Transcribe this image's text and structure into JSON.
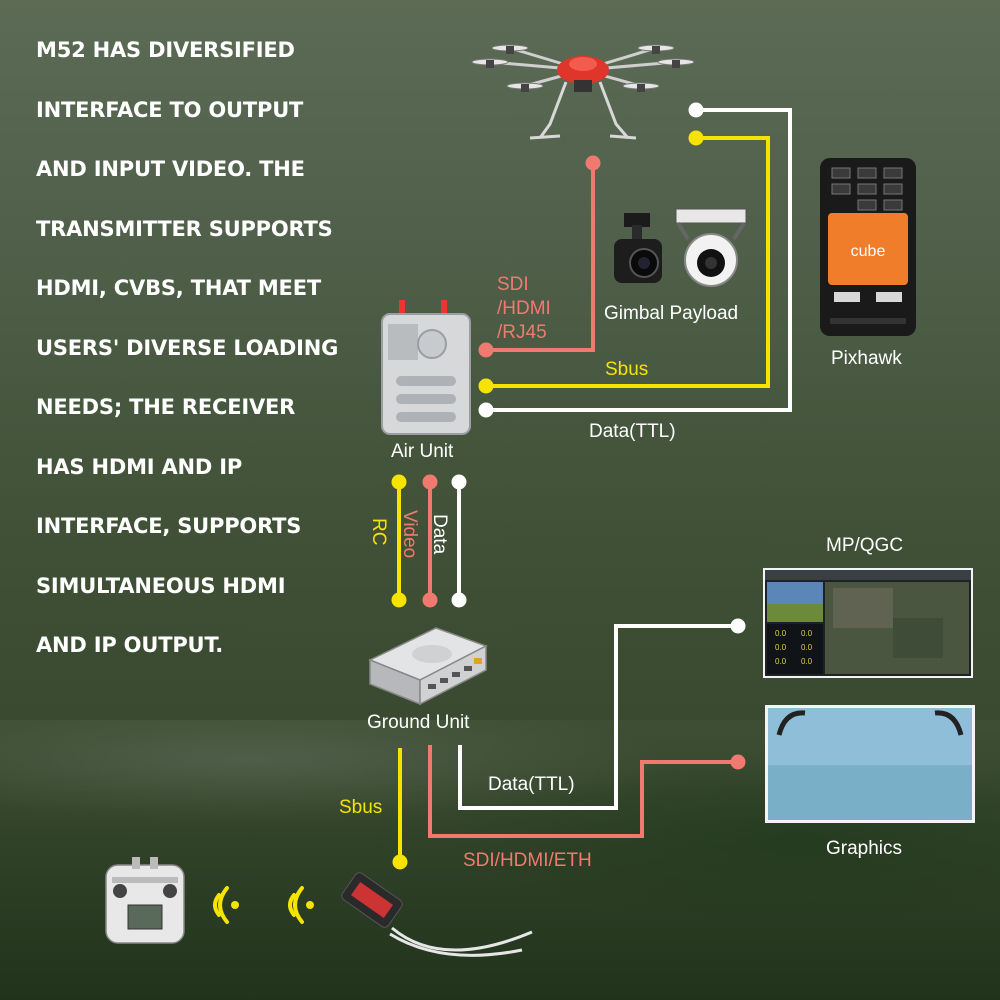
{
  "intro_lines": [
    "M52 HAS DIVERSIFIED",
    "INTERFACE TO OUTPUT",
    "AND INPUT VIDEO. THE",
    "TRANSMITTER SUPPORTS",
    "HDMI, CVBS, THAT MEET",
    "USERS' DIVERSE LOADING",
    "NEEDS; THE RECEIVER",
    "HAS HDMI AND IP",
    "INTERFACE, SUPPORTS",
    "SIMULTANEOUS HDMI",
    "AND IP OUTPUT."
  ],
  "labels": {
    "sdi_top": "SDI",
    "hdmi_top": "/HDMI",
    "rj45_top": "/RJ45",
    "gimbal_payload": "Gimbal Payload",
    "pixhawk": "Pixhawk",
    "sbus_top": "Sbus",
    "data_ttl_top": "Data(TTL)",
    "air_unit": "Air Unit",
    "rc": "RC",
    "video": "Video",
    "data": "Data",
    "mp_qgc": "MP/QGC",
    "ground_unit": "Ground Unit",
    "data_ttl_bottom": "Data(TTL)",
    "sbus_bottom": "Sbus",
    "sdi_hdmi_eth": "SDI/HDMI/ETH",
    "graphics": "Graphics",
    "cube_logo": "cube",
    "qgc_readouts": [
      "0.0",
      "0.0",
      "0.0",
      "0.0",
      "0.0",
      "0.0"
    ]
  },
  "colors": {
    "white_wire": "#ffffff",
    "yellow_wire": "#f6e400",
    "salmon_wire": "#f07a70",
    "pixhawk_orange": "#f07d2a",
    "drone_red": "#e0352a"
  },
  "icons": [
    "drone-icon",
    "gimbal-camera-icon",
    "pixhawk-cube-icon",
    "air-unit-icon",
    "ground-unit-icon",
    "monitor-icon",
    "rc-transmitter-icon",
    "wireless-signal-icon",
    "receiver-icon"
  ]
}
